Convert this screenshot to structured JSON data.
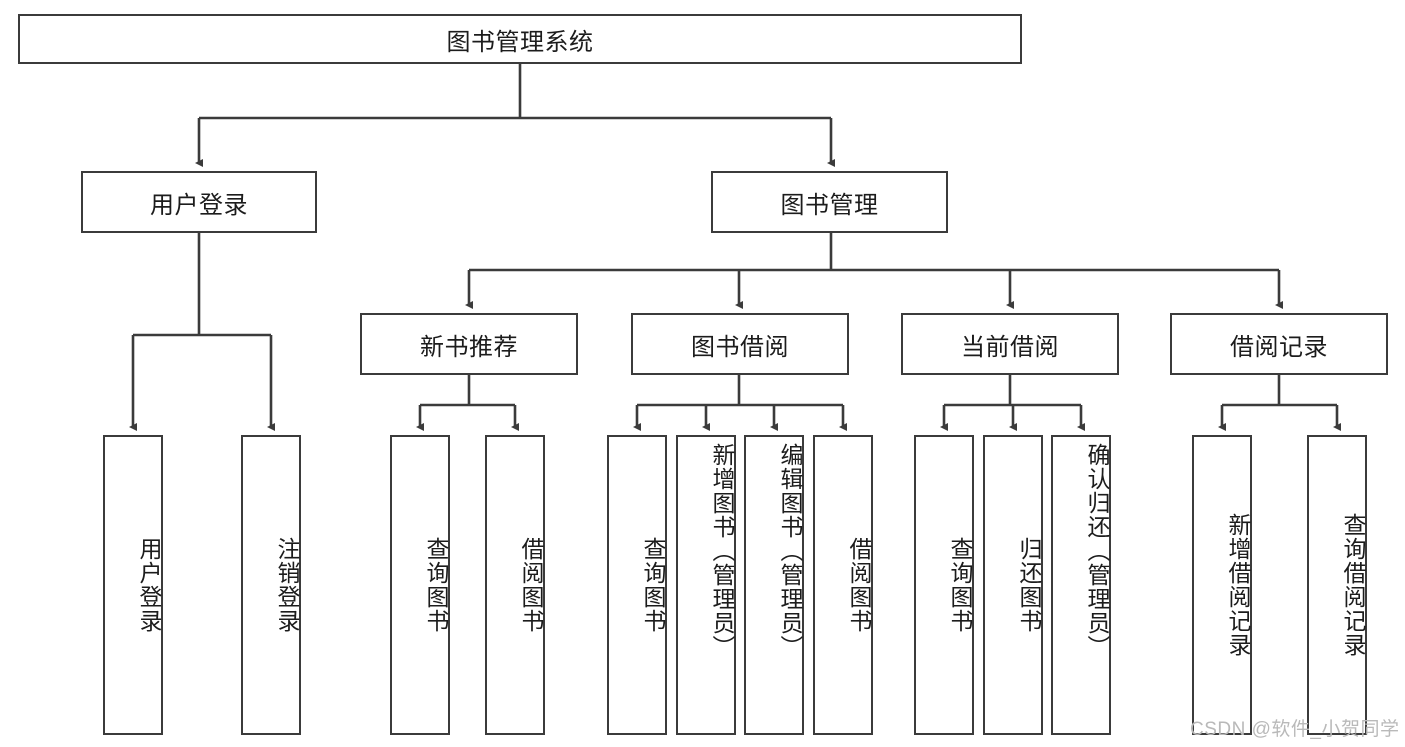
{
  "diagram": {
    "title": "图书管理系统",
    "type": "tree-hierarchy",
    "colors": {
      "stroke": "#3b3b3b",
      "fill": "#ffffff",
      "text": "#1c1c1c",
      "watermark": "#b9b9b9"
    },
    "root": {
      "label": "图书管理系统"
    },
    "level2": [
      {
        "label": "用户登录"
      },
      {
        "label": "图书管理"
      }
    ],
    "level3": [
      {
        "label": "新书推荐"
      },
      {
        "label": "图书借阅"
      },
      {
        "label": "当前借阅"
      },
      {
        "label": "借阅记录"
      }
    ],
    "leaves": {
      "user_login": [
        {
          "label": "用户登录"
        },
        {
          "label": "注销登录"
        }
      ],
      "new_book_recommend": [
        {
          "label": "查询图书"
        },
        {
          "label": "借阅图书"
        }
      ],
      "book_borrow": [
        {
          "label": "查询图书"
        },
        {
          "label": "新增图书（管理员）"
        },
        {
          "label": "编辑图书（管理员）"
        },
        {
          "label": "借阅图书"
        }
      ],
      "current_borrow": [
        {
          "label": "查询图书"
        },
        {
          "label": "归还图书"
        },
        {
          "label": "确认归还（管理员）"
        }
      ],
      "borrow_record": [
        {
          "label": "新增借阅记录"
        },
        {
          "label": "查询借阅记录"
        }
      ]
    }
  },
  "watermark": {
    "text": "CSDN @软件_小贺同学"
  }
}
